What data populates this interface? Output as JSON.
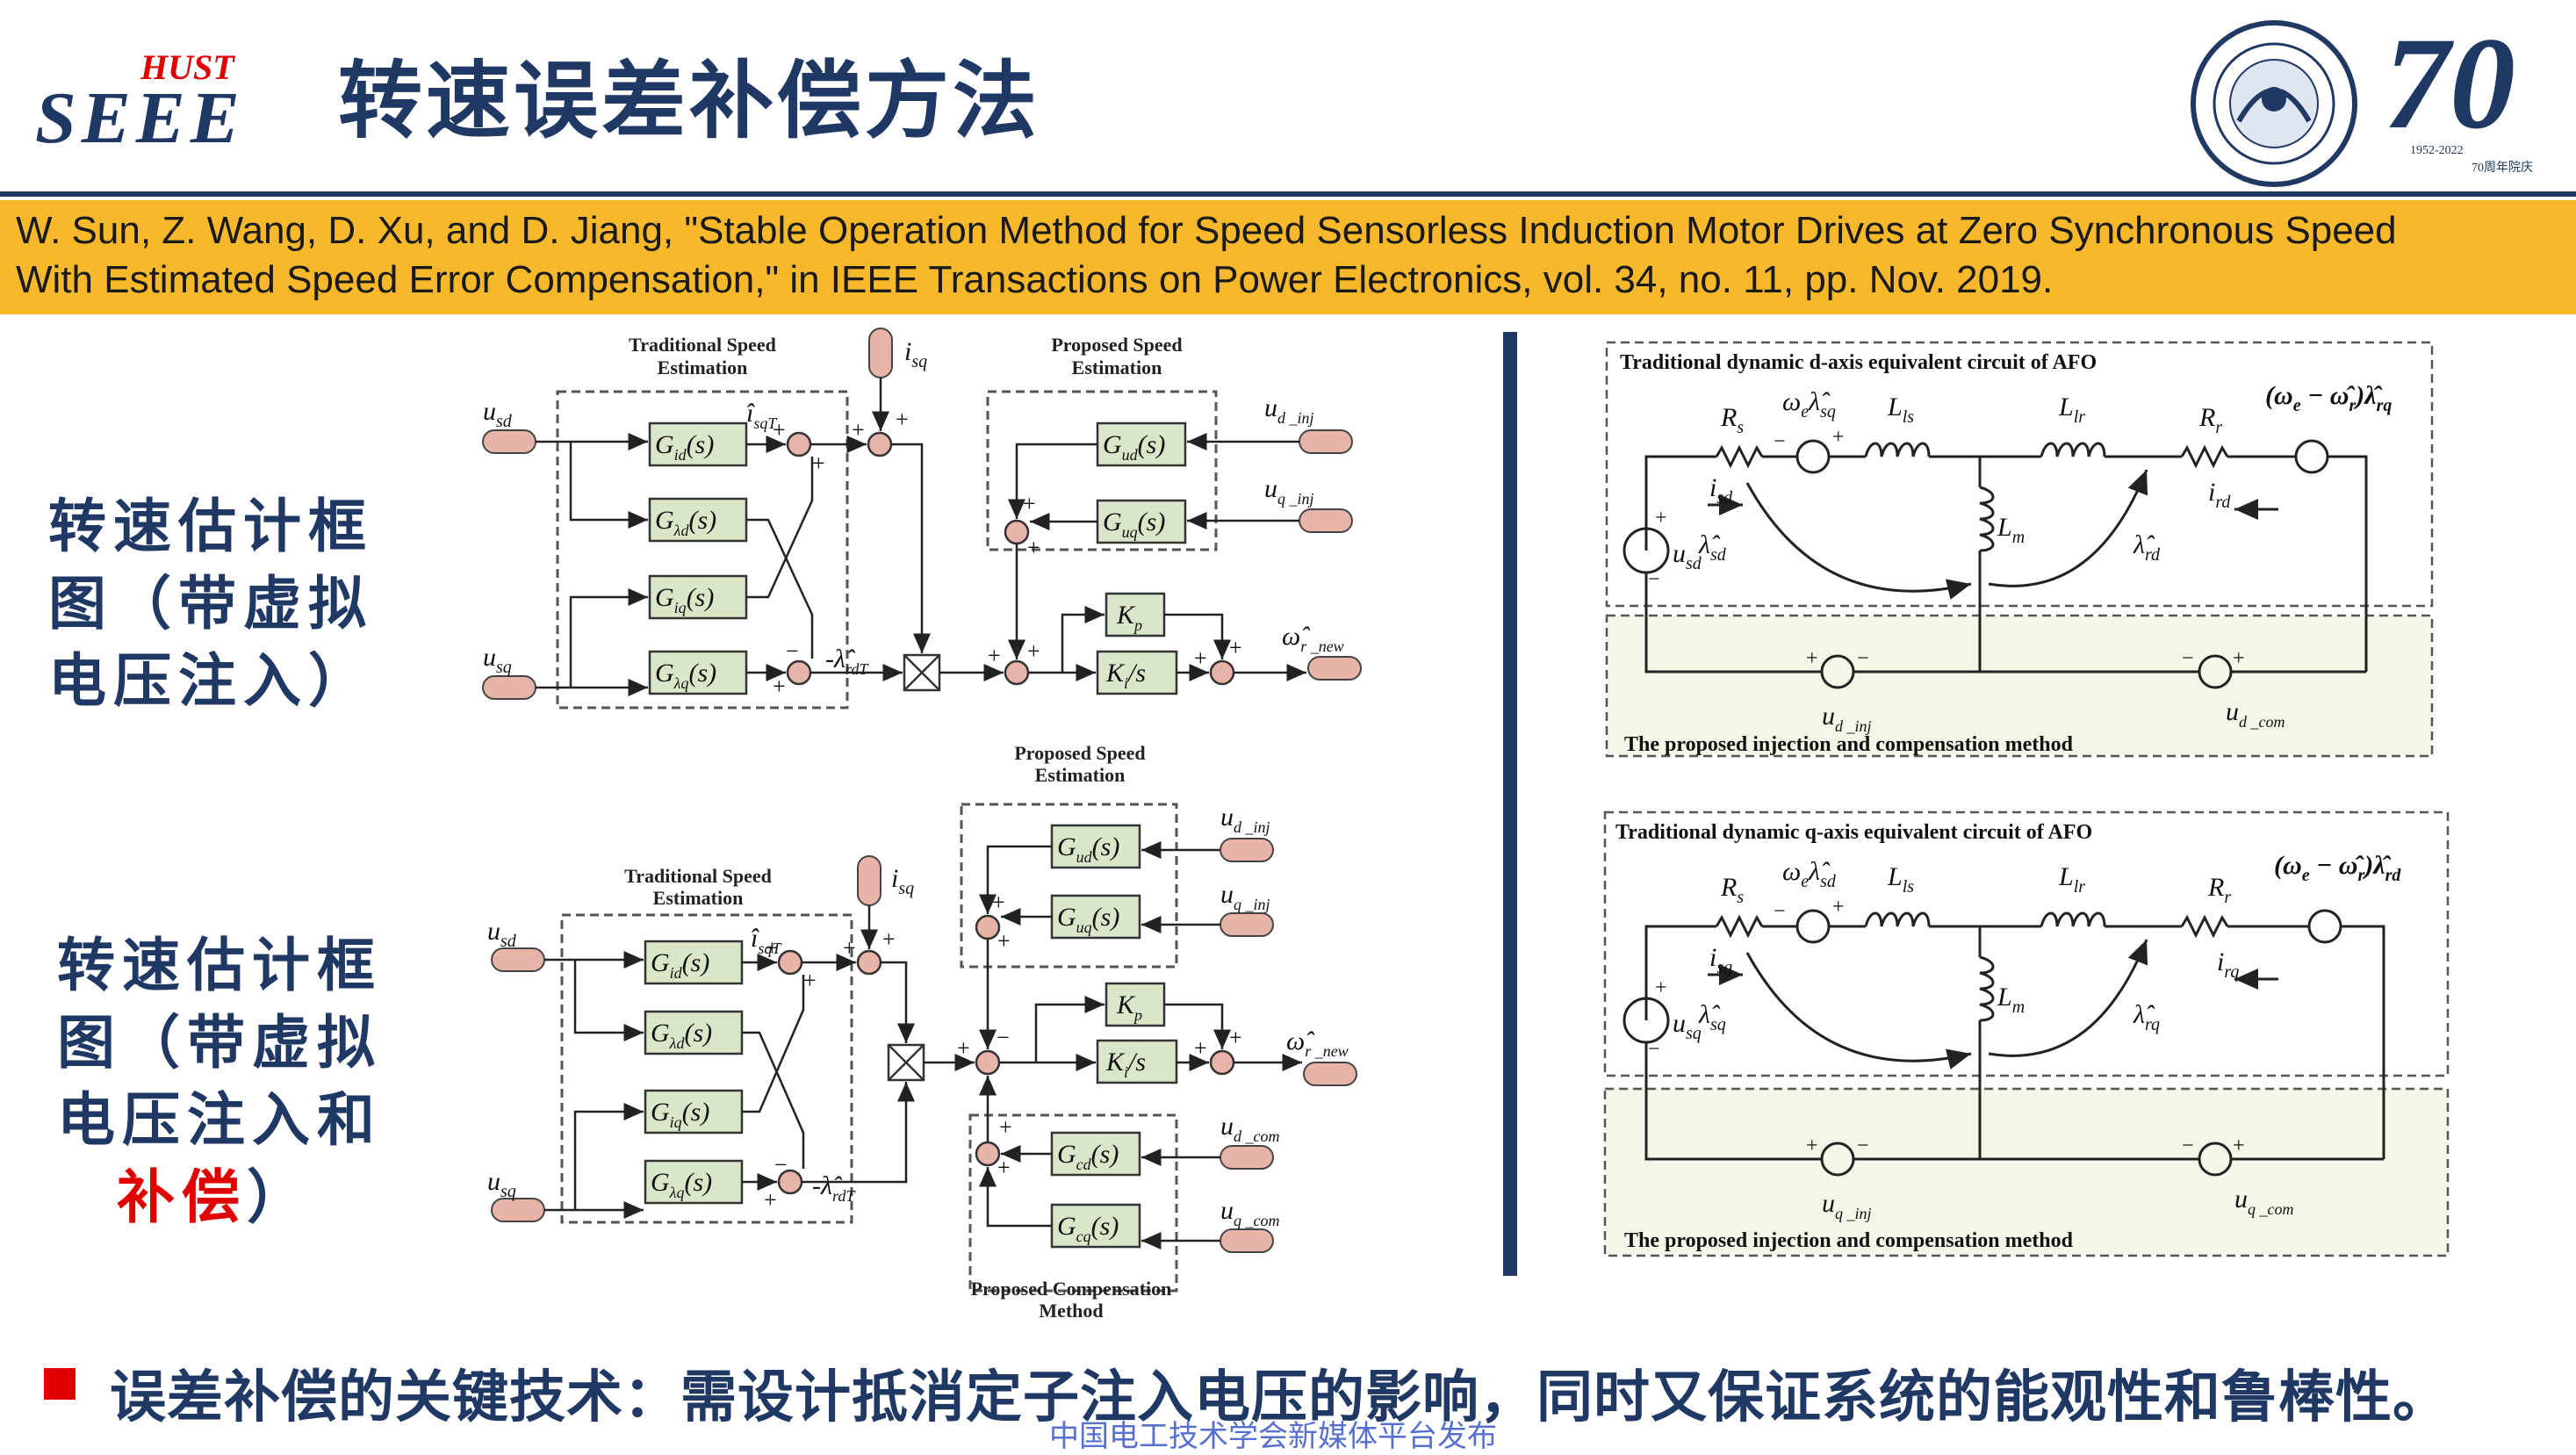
{
  "header": {
    "logo_text": "SEEE",
    "logo_superscript": "HUST",
    "title": "转速误差补偿方法",
    "anniversary_years": "1952-2022",
    "anniversary_caption": "70周年院庆"
  },
  "citation": {
    "line1": "W. Sun, Z. Wang, D. Xu, and D. Jiang, \"Stable Operation Method for Speed Sensorless Induction Motor Drives at Zero Synchronous Speed",
    "line2": "With Estimated Speed Error Compensation,\" in IEEE Transactions on Power Electronics, vol. 34, no. 11, pp. Nov. 2019."
  },
  "left_labels": {
    "top": [
      "转速估计框",
      "图（带虚拟",
      "电压注入）"
    ],
    "bottom_line1": "转速估计框",
    "bottom_line2": "图（带虚拟",
    "bottom_line3": "电压注入和",
    "bottom_line4_highlight": "补偿",
    "bottom_line4_rest": "）"
  },
  "diagram_top": {
    "traditional_caption_1": "Traditional Speed",
    "traditional_caption_2": "Estimation",
    "proposed_caption_1": "Proposed Speed",
    "proposed_caption_2": "Estimation",
    "u_sd": "u",
    "u_sd_sub": "sd",
    "u_sq": "u",
    "u_sq_sub": "sq",
    "i_sq": "i",
    "i_sq_sub": "sq",
    "blocks_left": [
      "G",
      "G",
      "G",
      "G"
    ],
    "blocks_left_sub": [
      "id",
      "λd",
      "iq",
      "λq"
    ],
    "blocks_right": [
      "G",
      "G"
    ],
    "blocks_right_sub": [
      "ud",
      "uq"
    ],
    "kp": "K",
    "kp_sub": "p",
    "ki": "K",
    "ki_sub": "i",
    "ki_den": "/s",
    "s_arg": "(s)",
    "isqT": "î",
    "isqT_sub": "sqT",
    "lambda_rdT": "-λ̂",
    "lambda_rdT_sub": "rdT",
    "u_d_inj": "u",
    "u_d_inj_sub": "d _inj",
    "u_q_inj": "u",
    "u_q_inj_sub": "q _inj",
    "omega_out": "ω̂",
    "omega_out_sub": "r _new"
  },
  "diagram_bottom": {
    "traditional_caption_1": "Traditional Speed",
    "traditional_caption_2": "Estimation",
    "proposed_caption_1": "Proposed Speed",
    "proposed_caption_2": "Estimation",
    "compensation_caption_1": "Proposed Compensation",
    "compensation_caption_2": "Method",
    "blocks_comp_sub": [
      "cd",
      "cq"
    ],
    "u_d_com": "u",
    "u_d_com_sub": "d _com",
    "u_q_com": "u",
    "u_q_com_sub": "q _com"
  },
  "circuit_d": {
    "title": "Traditional dynamic d-axis equivalent circuit of  AFO",
    "Rs": "R",
    "Rs_sub": "s",
    "Lls": "L",
    "Lls_sub": "ls",
    "Llr": "L",
    "Llr_sub": "lr",
    "Rr": "R",
    "Rr_sub": "r",
    "Lm": "L",
    "Lm_sub": "m",
    "src1": "ω",
    "src1_sub": "e",
    "src1_lam": "λ̂",
    "src1_lam_sub": "sq",
    "src2": "(ω",
    "src2_sub1": "e",
    "src2_mid": " − ω̂",
    "src2_sub2": "r",
    "src2_end": ")λ̂",
    "src2_sub3": "rq",
    "current_s": "i",
    "current_s_sub": "sd",
    "current_r": "i",
    "current_r_sub": "rd",
    "lambda_s": "λ̂",
    "lambda_s_sub": "sd",
    "lambda_r": "λ̂",
    "lambda_r_sub": "rd",
    "u_source": "u",
    "u_source_sub": "sd",
    "inj": "u",
    "inj_sub": "d _inj",
    "com": "u",
    "com_sub": "d _com",
    "footer": "The proposed injection and compensation method"
  },
  "circuit_q": {
    "title": "Traditional dynamic q-axis equivalent circuit of  AFO",
    "src1_lam_sub": "sd",
    "src2_sub3": "rd",
    "current_s_sub": "sq",
    "current_r_sub": "rq",
    "lambda_s_sub": "sq",
    "lambda_r_sub": "rq",
    "u_source_sub": "sq",
    "inj_sub": "q _inj",
    "com_sub": "q _com",
    "footer": "The proposed injection and compensation method"
  },
  "footer": {
    "bullet": "误差补偿的关键技术：需设计抵消定子注入电压的影响，同时又保证系统的能观性和鲁棒性。",
    "watermark": "中国电工技术学会新媒体平台发布"
  },
  "colors": {
    "navy": "#1f3864",
    "citation_bg": "#f7b82b",
    "block_fill": "#d9e6c8",
    "node_fill": "#e8b4a8",
    "highlight_red": "#e00000",
    "circuit_footer_bg": "#f5f5e8"
  }
}
